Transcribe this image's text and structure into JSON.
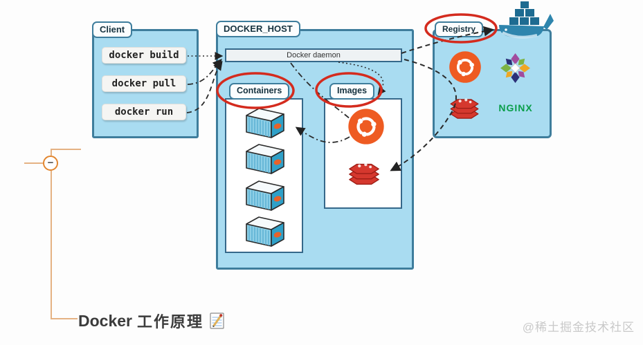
{
  "mindmap": {
    "topic_title_en": "Docker",
    "topic_title_zh": "工作原理",
    "collapse_symbol": "−"
  },
  "watermark": "@稀土掘金技术社区",
  "diagram": {
    "client": {
      "tab": "Client",
      "commands": [
        "docker build",
        "docker pull",
        "docker run"
      ]
    },
    "docker_host": {
      "tab": "DOCKER_HOST",
      "daemon_label": "Docker daemon",
      "containers": {
        "tab": "Containers",
        "container_count": 4
      },
      "images": {
        "tab": "Images",
        "image_icons": [
          "ubuntu-logo",
          "redis-logo"
        ]
      }
    },
    "registry": {
      "tab": "Registry",
      "nginx_label": "NGINX",
      "logos": [
        "docker-whale-logo",
        "ubuntu-logo",
        "centos-logo",
        "redis-logo",
        "nginx-wordmark"
      ]
    },
    "highlighted_labels": [
      "Containers",
      "Images",
      "Registry"
    ],
    "colors": {
      "box_fill": "#a9dcf1",
      "box_border": "#3e7d9c",
      "panel_white": "#ffffff",
      "daemon_bar_fill": "#eef2f4",
      "highlight_red": "#d42b1e",
      "ubuntu_orange": "#ee5b22",
      "redis_red": "#d5382e",
      "nginx_green": "#0a9e4a",
      "whale_blue": "#2e85ad",
      "branch_line": "#e5b283",
      "branch_circle_border": "#e2862f",
      "arrow_dark": "#2a2a2a",
      "watermark_gray": "#c9c9c9"
    }
  }
}
